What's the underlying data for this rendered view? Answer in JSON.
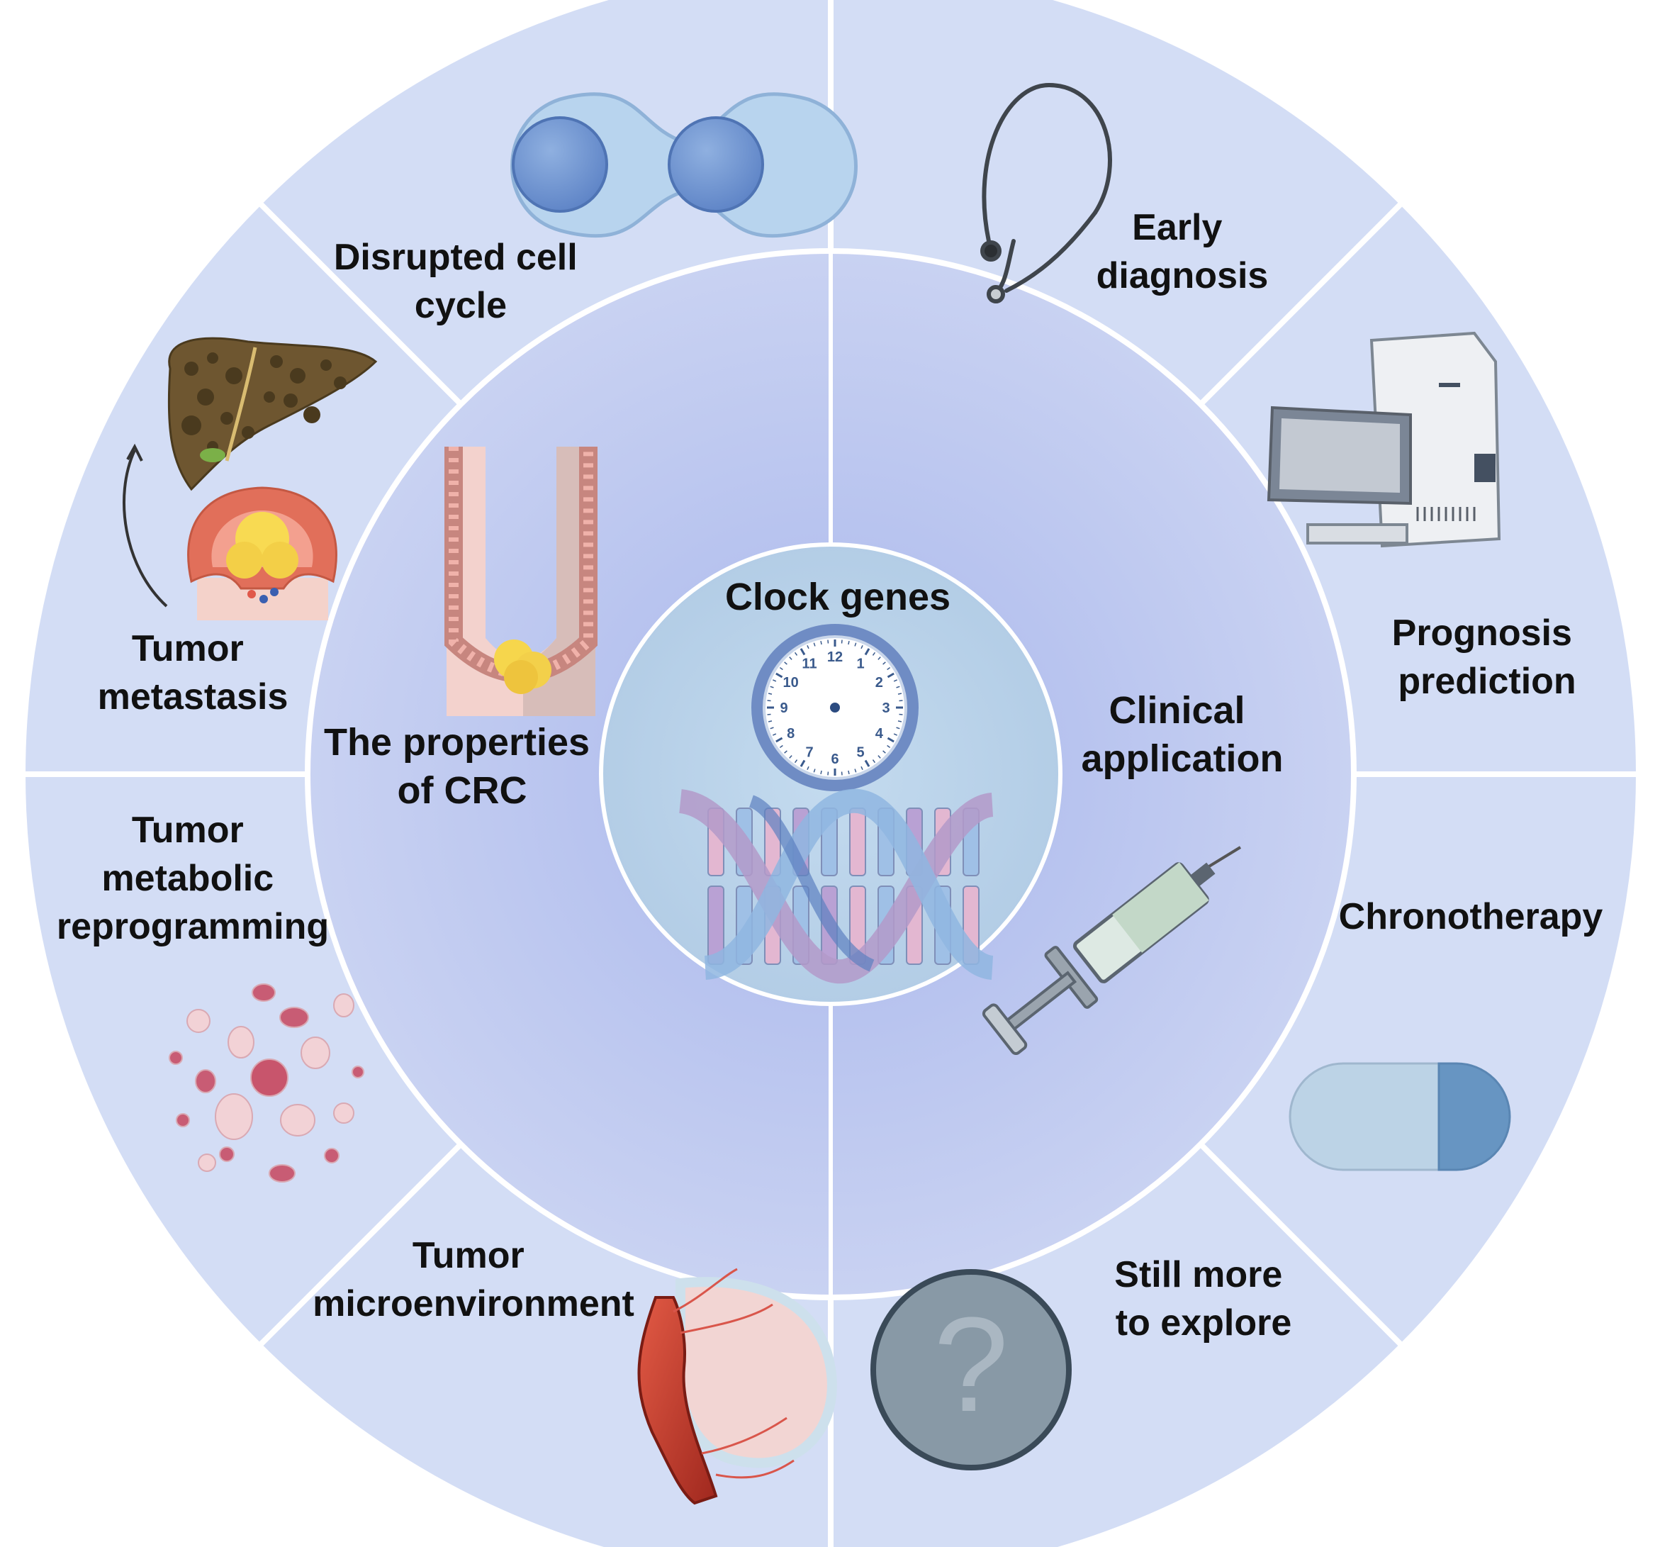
{
  "center": {
    "title": "Clock genes",
    "clock_numbers": [
      "12",
      "1",
      "2",
      "3",
      "4",
      "5",
      "6",
      "7",
      "8",
      "9",
      "10",
      "11"
    ]
  },
  "middle_ring": {
    "left": [
      "The properties",
      "of CRC"
    ],
    "right": [
      "Clinical",
      "application"
    ]
  },
  "outer_ring": [
    {
      "id": "disrupted-cell-cycle",
      "lines": [
        "Disrupted cell",
        "cycle"
      ],
      "icon": "dividing-cell-icon"
    },
    {
      "id": "early-diagnosis",
      "lines": [
        "Early",
        "diagnosis"
      ],
      "icon": "stethoscope-icon"
    },
    {
      "id": "prognosis-prediction",
      "lines": [
        "Prognosis",
        "prediction"
      ],
      "icon": "analyzer-machine-icon"
    },
    {
      "id": "chronotherapy",
      "lines": [
        "Chronotherapy"
      ],
      "icon": "capsule-icon"
    },
    {
      "id": "still-more-to-explore",
      "lines": [
        "Still more",
        "to explore"
      ],
      "icon": "question-mark-icon"
    },
    {
      "id": "tumor-microenvironment",
      "lines": [
        "Tumor",
        "microenvironment"
      ],
      "icon": "blood-vessel-tumor-icon"
    },
    {
      "id": "tumor-metabolic-reprogramming",
      "lines": [
        "Tumor",
        "metabolic",
        "reprogramming"
      ],
      "icon": "metabolite-particles-icon"
    },
    {
      "id": "tumor-metastasis",
      "lines": [
        "Tumor",
        "metastasis"
      ],
      "icon": "liver-metastasis-icon"
    }
  ],
  "colors": {
    "outer_ring": "#d2dcf4",
    "middle_ring": "#b7c4ee",
    "center": "#bcd3ea",
    "divider": "#ffffff"
  }
}
